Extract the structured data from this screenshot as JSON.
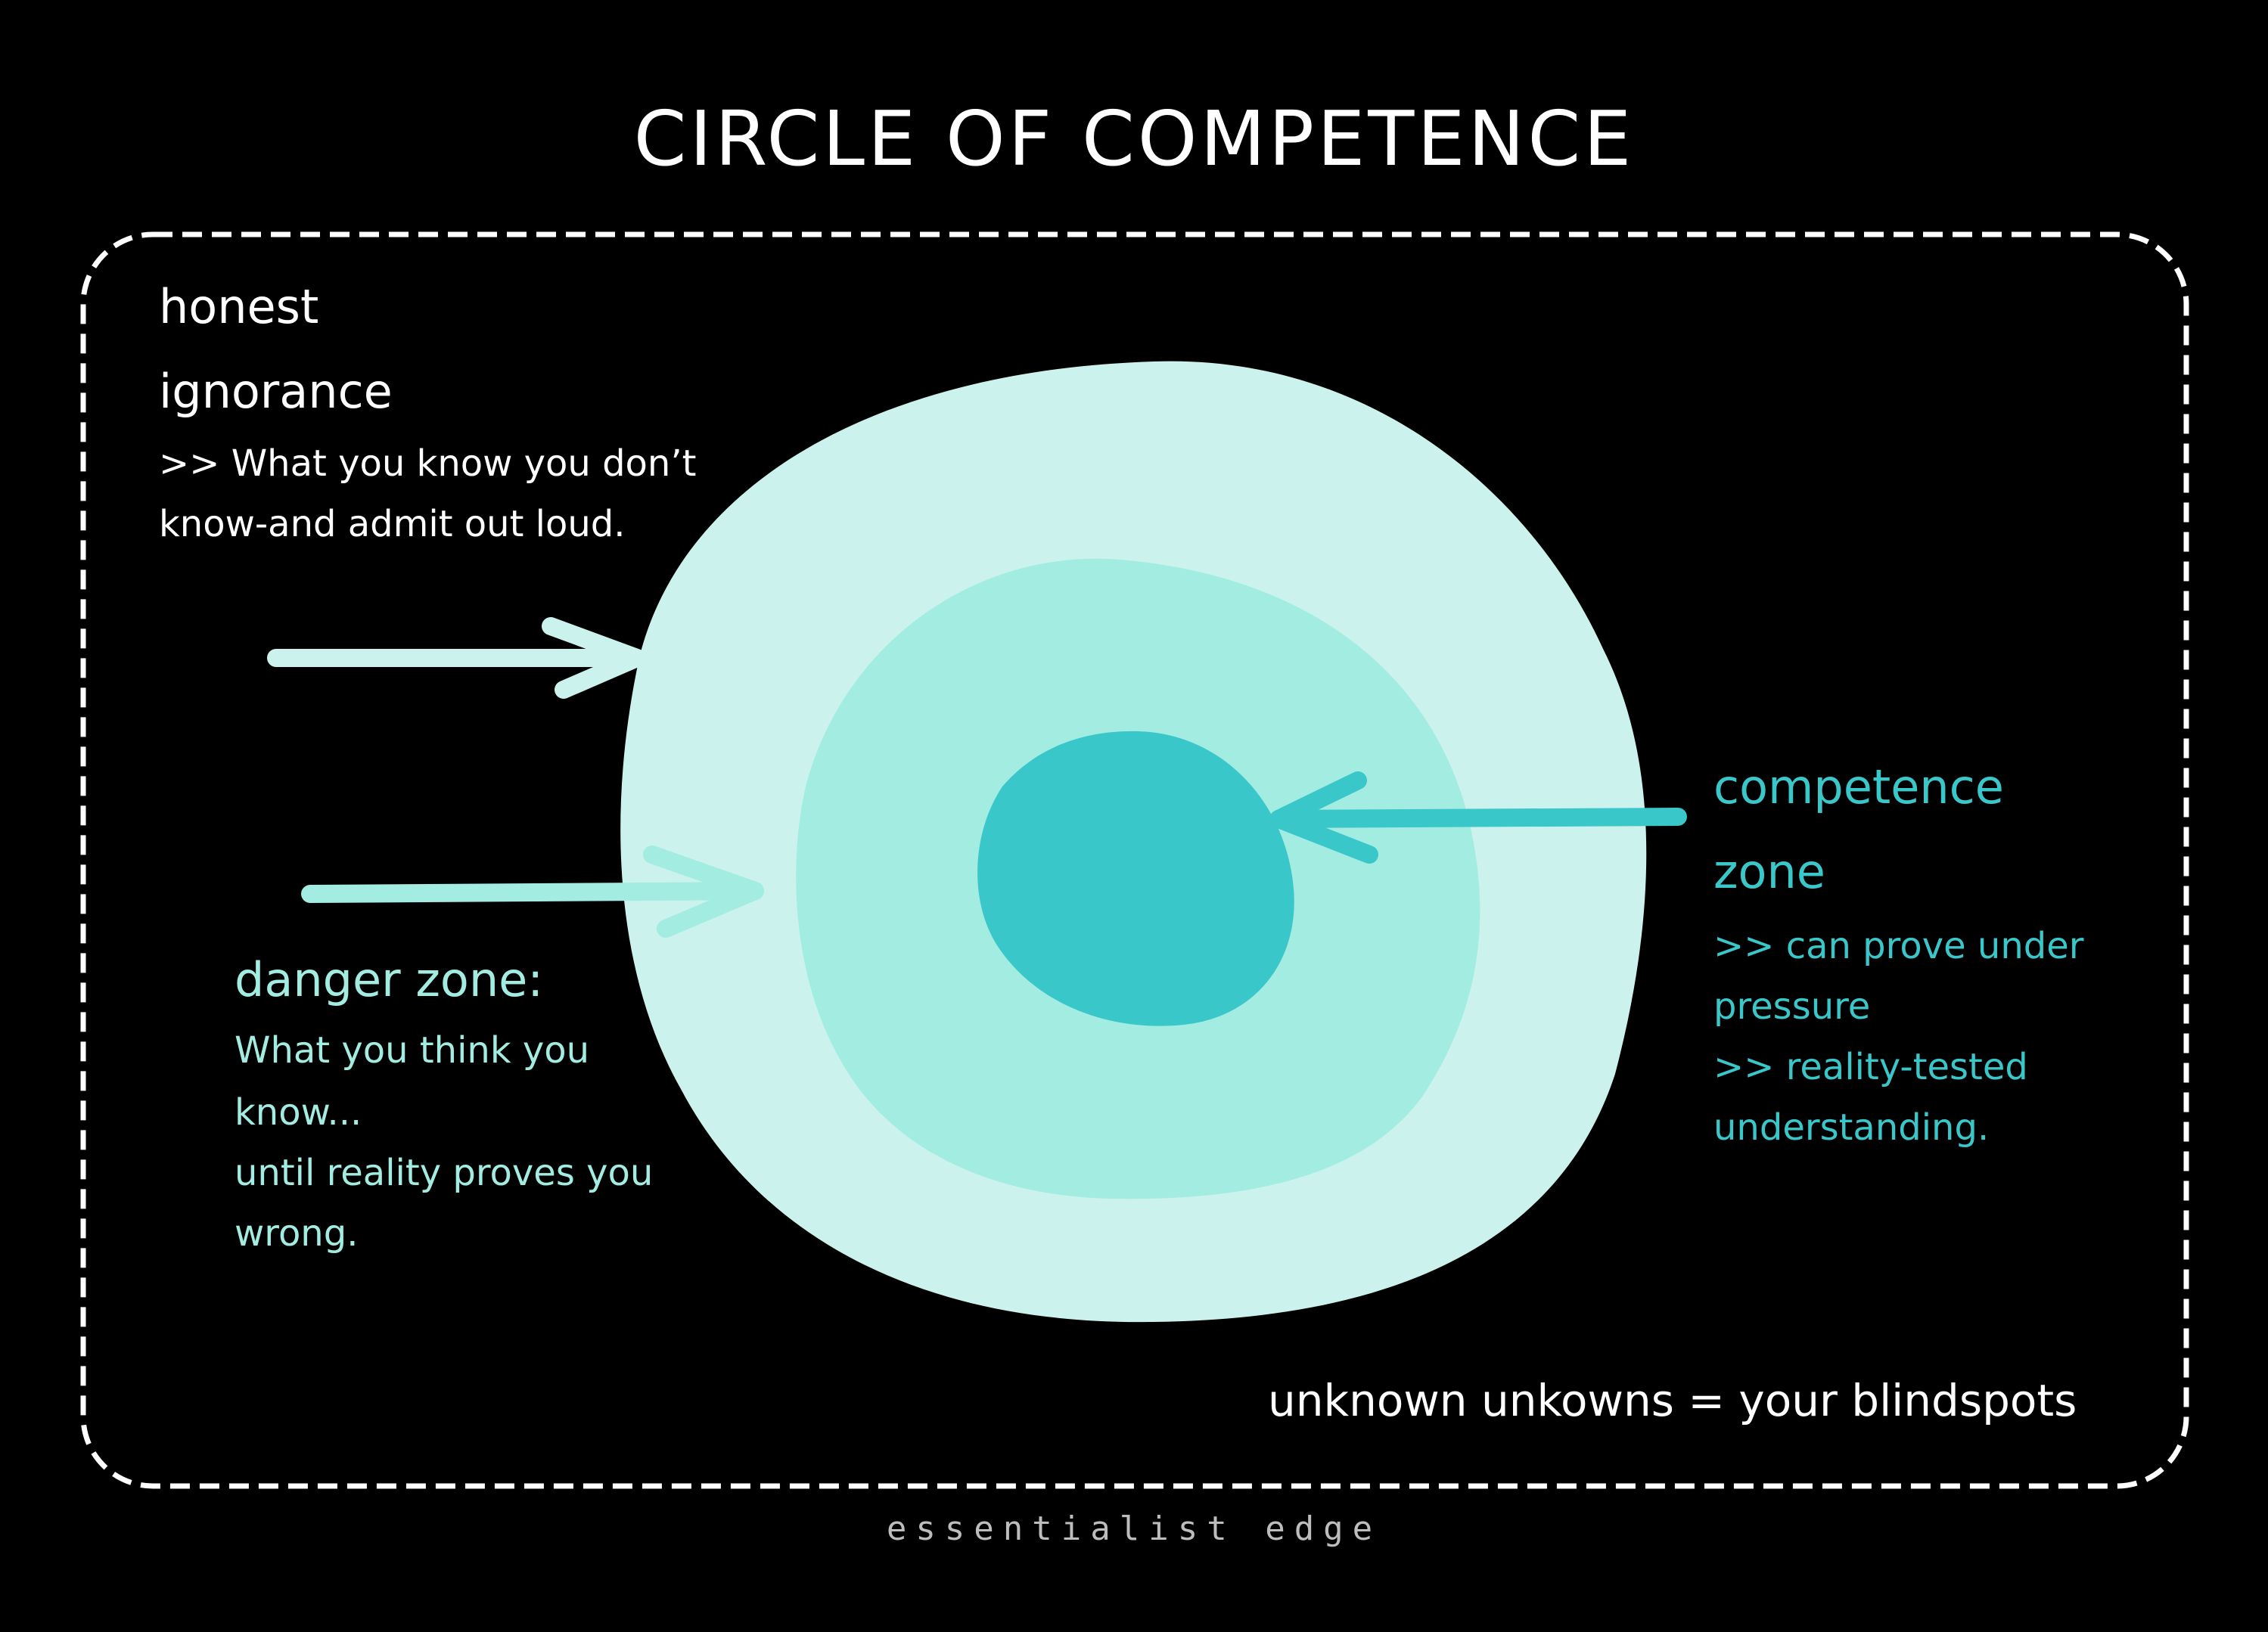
{
  "title": "CIRCLE OF COMPETENCE",
  "colors": {
    "background": "#000000",
    "outer_ring": "#cbf2ec",
    "middle_ring": "#a2ece2",
    "core": "#3ac7c9",
    "white": "#ffffff",
    "footer_gray": "#bdbdbd"
  },
  "honest_ignorance": {
    "heading_line1": "honest",
    "heading_line2": "ignorance",
    "desc_line1": ">> What you know you don’t",
    "desc_line2": "know-and admit out loud."
  },
  "danger_zone": {
    "heading": "danger zone:",
    "desc_line1": "What you think you",
    "desc_line2": "know...",
    "desc_line3": "until reality proves you",
    "desc_line4": "wrong."
  },
  "competence_zone": {
    "heading_line1": "competence",
    "heading_line2": "zone",
    "desc_line1": ">> can prove under",
    "desc_line2": "pressure",
    "desc_line3": ">> reality-tested",
    "desc_line4": "understanding."
  },
  "blindspots_label": "unknown unkowns = your blindspots",
  "brand": "essentialist edge"
}
